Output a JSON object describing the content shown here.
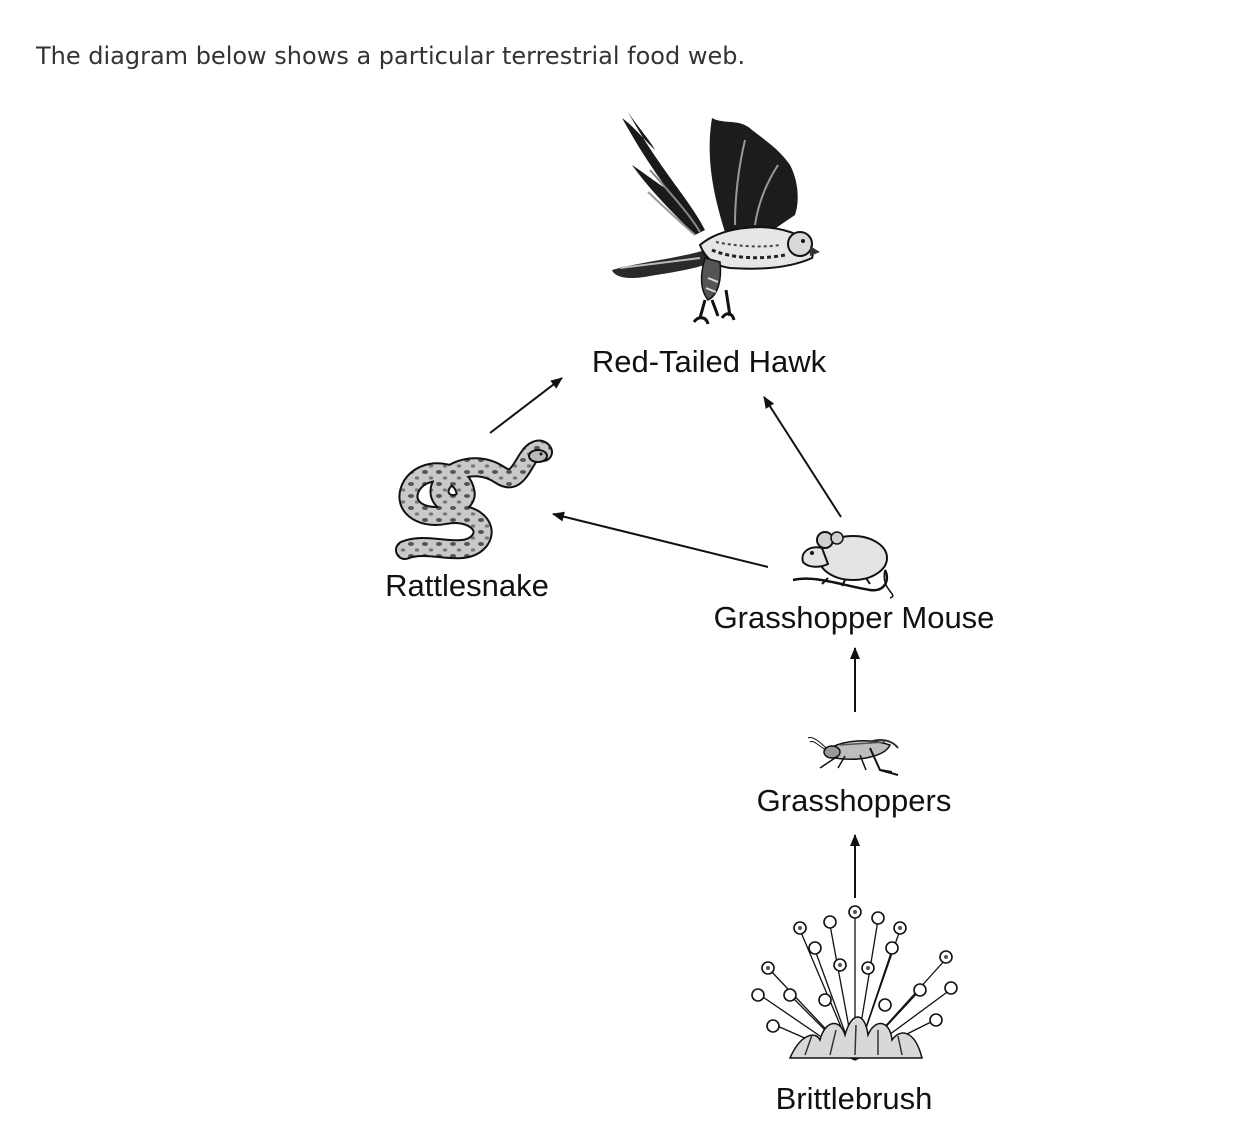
{
  "intro_text": "The diagram below shows a particular terrestrial food web.",
  "organisms": {
    "hawk": "Red-Tailed Hawk",
    "snake": "Rattlesnake",
    "mouse": "Grasshopper Mouse",
    "grasshopper": "Grasshoppers",
    "brush": "Brittlebrush"
  },
  "energy_flow": [
    {
      "from": "Brittlebrush",
      "to": "Grasshoppers"
    },
    {
      "from": "Grasshoppers",
      "to": "Grasshopper Mouse"
    },
    {
      "from": "Grasshopper Mouse",
      "to": "Rattlesnake"
    },
    {
      "from": "Grasshopper Mouse",
      "to": "Red-Tailed Hawk"
    },
    {
      "from": "Rattlesnake",
      "to": "Red-Tailed Hawk"
    }
  ],
  "icons": {
    "hawk": "hawk-icon",
    "snake": "snake-icon",
    "mouse": "mouse-icon",
    "grasshopper": "grasshopper-icon",
    "brush": "brush-icon"
  },
  "colors": {
    "ink": "#111111",
    "intro_text": "#333333"
  }
}
